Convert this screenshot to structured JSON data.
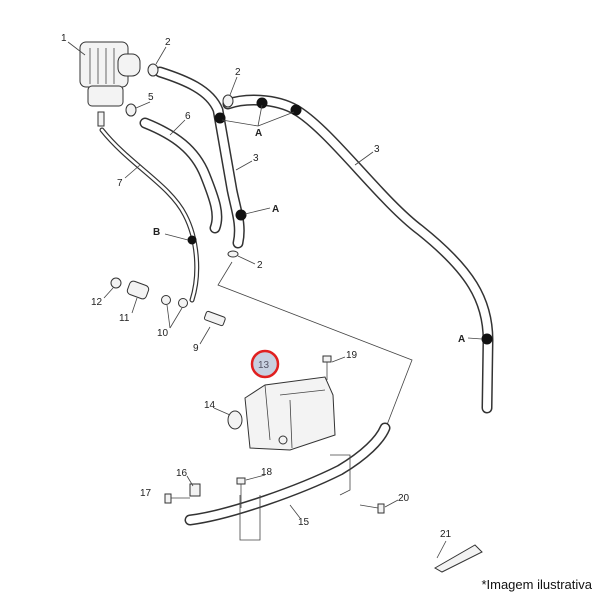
{
  "callouts": {
    "c1": "1",
    "c2a": "2",
    "c2b": "2",
    "c2c": "2",
    "c3a": "3",
    "c3b": "3",
    "c5": "5",
    "c6": "6",
    "c7": "7",
    "c9": "9",
    "c10": "10",
    "c11": "11",
    "c12": "12",
    "c13": "13",
    "c14": "14",
    "c15": "15",
    "c16": "16",
    "c17": "17",
    "c18": "18",
    "c19": "19",
    "c20": "20",
    "c21": "21",
    "a1": "A",
    "a2": "A",
    "a3": "A",
    "b1": "B"
  },
  "highlight": {
    "selected_part": "13",
    "ring_color": "#e02020",
    "fill_color": "#c8d0e0"
  },
  "caption": "*Imagem ilustrativa"
}
